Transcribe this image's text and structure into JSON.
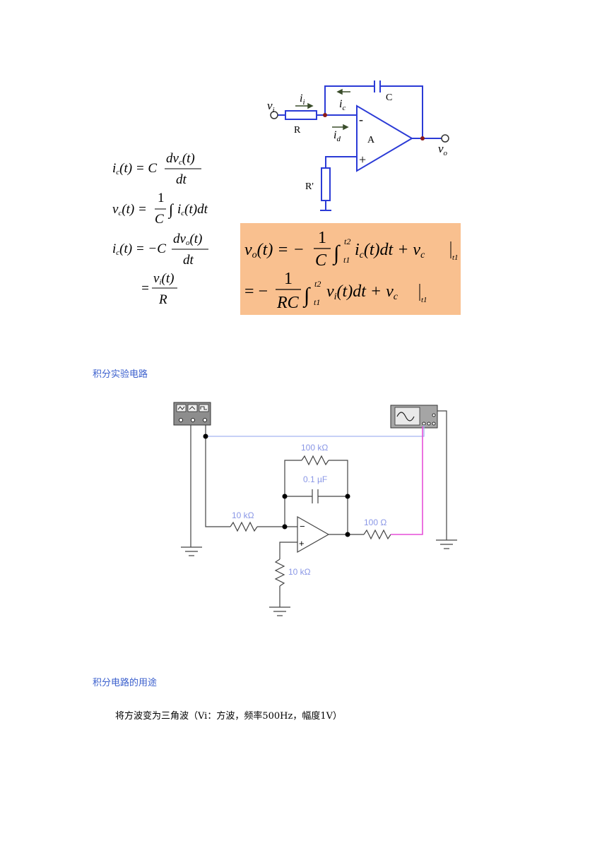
{
  "opamp_figure": {
    "vi": "v",
    "vi_sub": "i",
    "ii": "i",
    "ii_sub": "i",
    "ic": "i",
    "ic_sub": "c",
    "id": "i",
    "id_sub": "d",
    "vo": "v",
    "vo_sub": "o",
    "resistor": "R",
    "capacitor": "C",
    "amp": "A",
    "r_prime": "R'",
    "minus": "-",
    "plus": "+"
  },
  "formula_box_color": "#f9c08f",
  "wire_color": "#2b3bd6",
  "section1": {
    "heading": "积分实验电路"
  },
  "circuit": {
    "r_feedback": "100 kΩ",
    "capacitor": "0.1 µF",
    "r_in": "10 kΩ",
    "r_out": "100 Ω",
    "r_ground": "10 kΩ",
    "minus": "−",
    "plus": "+",
    "label_color": "#8a97e6",
    "probe_wire_color": "#a4b3f0",
    "output_wire_color": "#e64fd8"
  },
  "section2": {
    "heading": "积分电路的用途",
    "text": "将方波变为三角波（Vi：方波，频率500Hz，幅度1V）"
  }
}
